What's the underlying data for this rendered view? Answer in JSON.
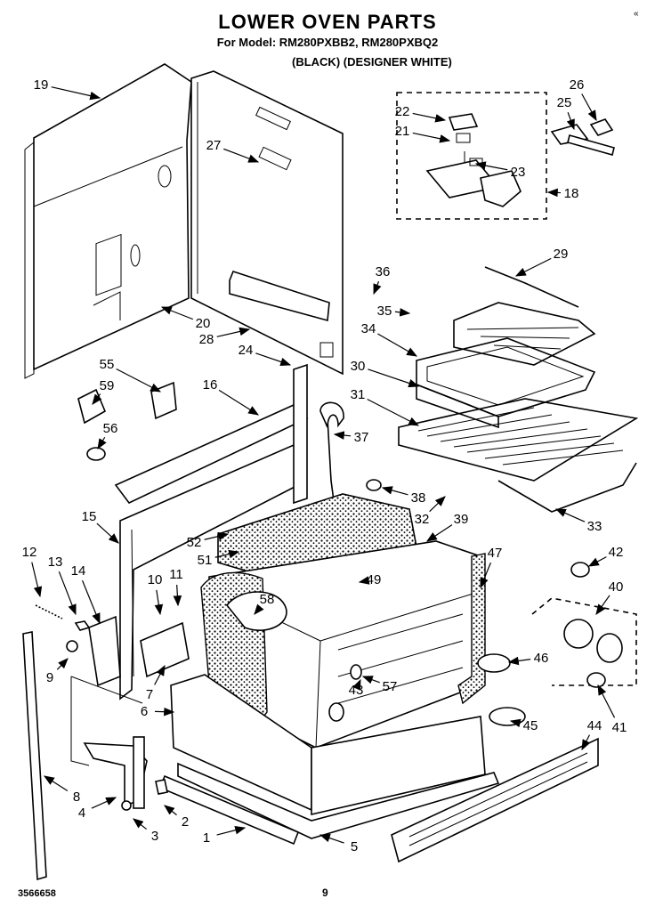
{
  "header": {
    "title": "LOWER OVEN PARTS",
    "model_line": "For Model: RM280PXBB2, RM280PXBQ2",
    "finish_line": "(BLACK)  (DESIGNER WHITE)"
  },
  "corner_mark": "«",
  "footer": {
    "code": "3566658",
    "page": "9"
  },
  "callouts": [
    "1",
    "2",
    "3",
    "4",
    "5",
    "6",
    "7",
    "8",
    "9",
    "10",
    "11",
    "12",
    "13",
    "14",
    "15",
    "16",
    "18",
    "19",
    "20",
    "21",
    "22",
    "23",
    "24",
    "25",
    "26",
    "27",
    "28",
    "29",
    "30",
    "31",
    "32",
    "33",
    "34",
    "35",
    "36",
    "37",
    "38",
    "39",
    "40",
    "41",
    "42",
    "43",
    "44",
    "45",
    "46",
    "47",
    "49",
    "51",
    "52",
    "55",
    "56",
    "57",
    "58",
    "59"
  ]
}
